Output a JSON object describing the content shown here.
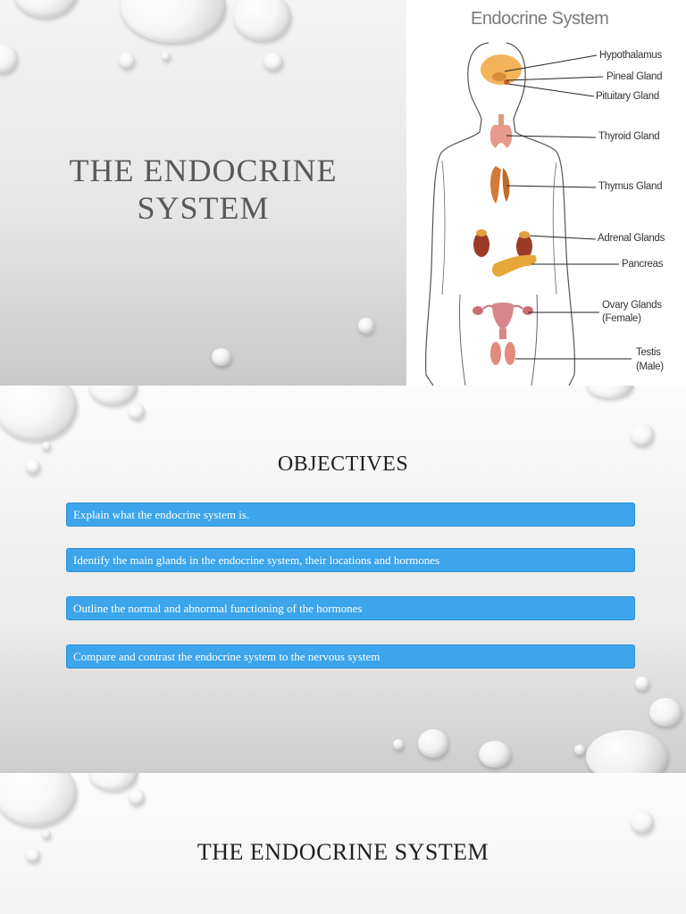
{
  "slide1": {
    "title": "THE  ENDOCRINE\nSYSTEM",
    "diagram": {
      "title": "Endocrine System",
      "labels": {
        "hypothalamus": "Hypothalamus",
        "pineal": "Pineal Gland",
        "pituitary": "Pituitary Gland",
        "thyroid": "Thyroid Gland",
        "thymus": "Thymus Gland",
        "adrenal": "Adrenal Glands",
        "pancreas": "Pancreas",
        "ovary": "Ovary Glands",
        "ovary_note": "(Female)",
        "testis": "Testis",
        "testis_note": "(Male)"
      }
    }
  },
  "slide2": {
    "title": "OBJECTIVES",
    "objectives": [
      "Explain what the endocrine system is.",
      "Identify the main glands in the endocrine system, their locations and hormones",
      "Outline the normal and abnormal functioning of the hormones",
      "Compare and contrast the endocrine system to the nervous system"
    ]
  },
  "slide3": {
    "title": "THE ENDOCRINE SYSTEM"
  },
  "colors": {
    "objective_box": "#3ca5eb",
    "title_gray": "#595959"
  }
}
